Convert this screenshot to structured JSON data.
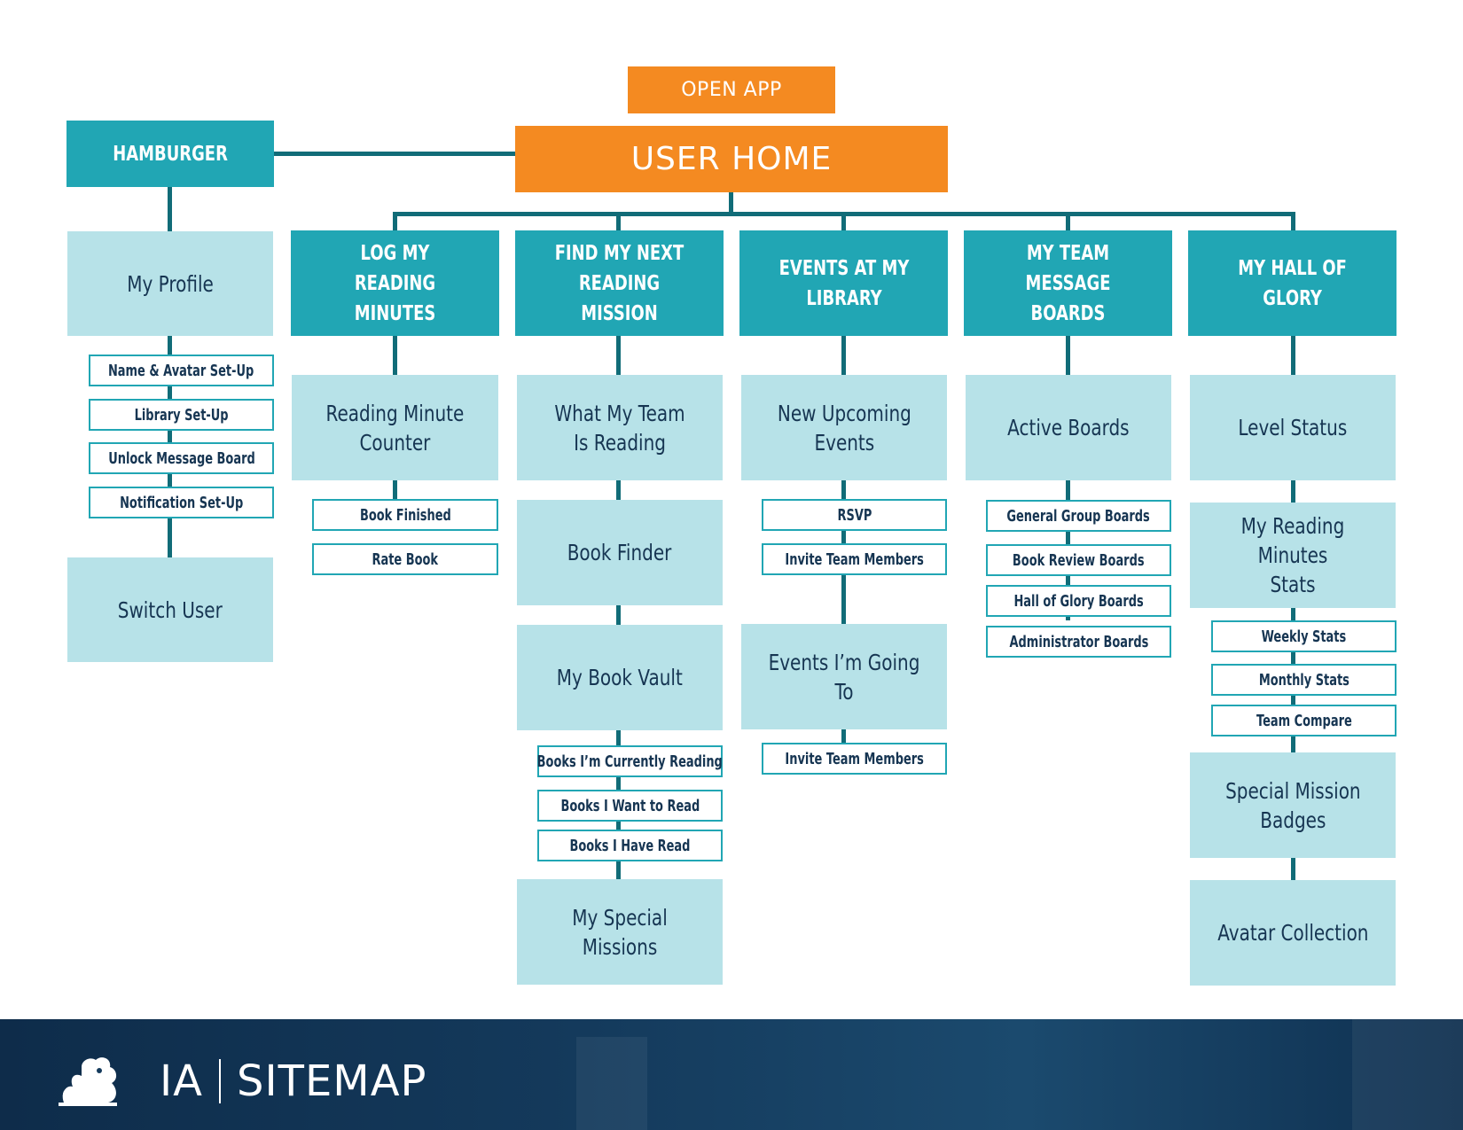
{
  "top": {
    "open_app": "OPEN APP",
    "user_home": "USER HOME",
    "hamburger": "HAMBURGER"
  },
  "hamburger_branch": {
    "my_profile": "My Profile",
    "items": [
      "Name & Avatar Set-Up",
      "Library Set-Up",
      "Unlock Message Board",
      "Notification Set-Up"
    ],
    "switch_user": "Switch User"
  },
  "sections": [
    {
      "title": "LOG MY READING\nMINUTES",
      "pages": [
        {
          "label": "Reading Minute\nCounter",
          "subs": [
            "Book Finished",
            "Rate Book"
          ]
        }
      ]
    },
    {
      "title": "FIND MY NEXT\nREADING MISSION",
      "pages": [
        {
          "label": "What My Team\nIs Reading",
          "subs": []
        },
        {
          "label": "Book Finder",
          "subs": []
        },
        {
          "label": "My Book Vault",
          "subs": [
            "Books I’m Currently Reading",
            "Books I Want to Read",
            "Books I Have Read"
          ]
        },
        {
          "label": "My Special Missions",
          "subs": []
        }
      ]
    },
    {
      "title": "EVENTS AT MY\nLIBRARY",
      "pages": [
        {
          "label": "New Upcoming\nEvents",
          "subs": [
            "RSVP",
            "Invite Team Members"
          ]
        },
        {
          "label": "Events I’m Going To",
          "subs": [
            "Invite Team Members"
          ]
        }
      ]
    },
    {
      "title": "MY TEAM MESSAGE\nBOARDS",
      "pages": [
        {
          "label": "Active Boards",
          "subs": [
            "General Group Boards",
            "Book Review Boards",
            "Hall of Glory Boards",
            "Administrator Boards"
          ]
        }
      ]
    },
    {
      "title": "MY HALL OF\nGLORY",
      "pages": [
        {
          "label": "Level Status",
          "subs": []
        },
        {
          "label": "My Reading Minutes\nStats",
          "subs": [
            "Weekly Stats",
            "Monthly Stats",
            "Team Compare"
          ]
        },
        {
          "label": "Special Mission\nBadges",
          "subs": []
        },
        {
          "label": "Avatar Collection",
          "subs": []
        }
      ]
    }
  ],
  "footer": {
    "left": "IA",
    "right": "SITEMAP"
  },
  "colors": {
    "orange": "#f48a21",
    "teal": "#21a6b4",
    "light_teal": "#b7e2e8",
    "line": "#116c78",
    "navy_text": "#163552",
    "footer": "#143a5c"
  }
}
